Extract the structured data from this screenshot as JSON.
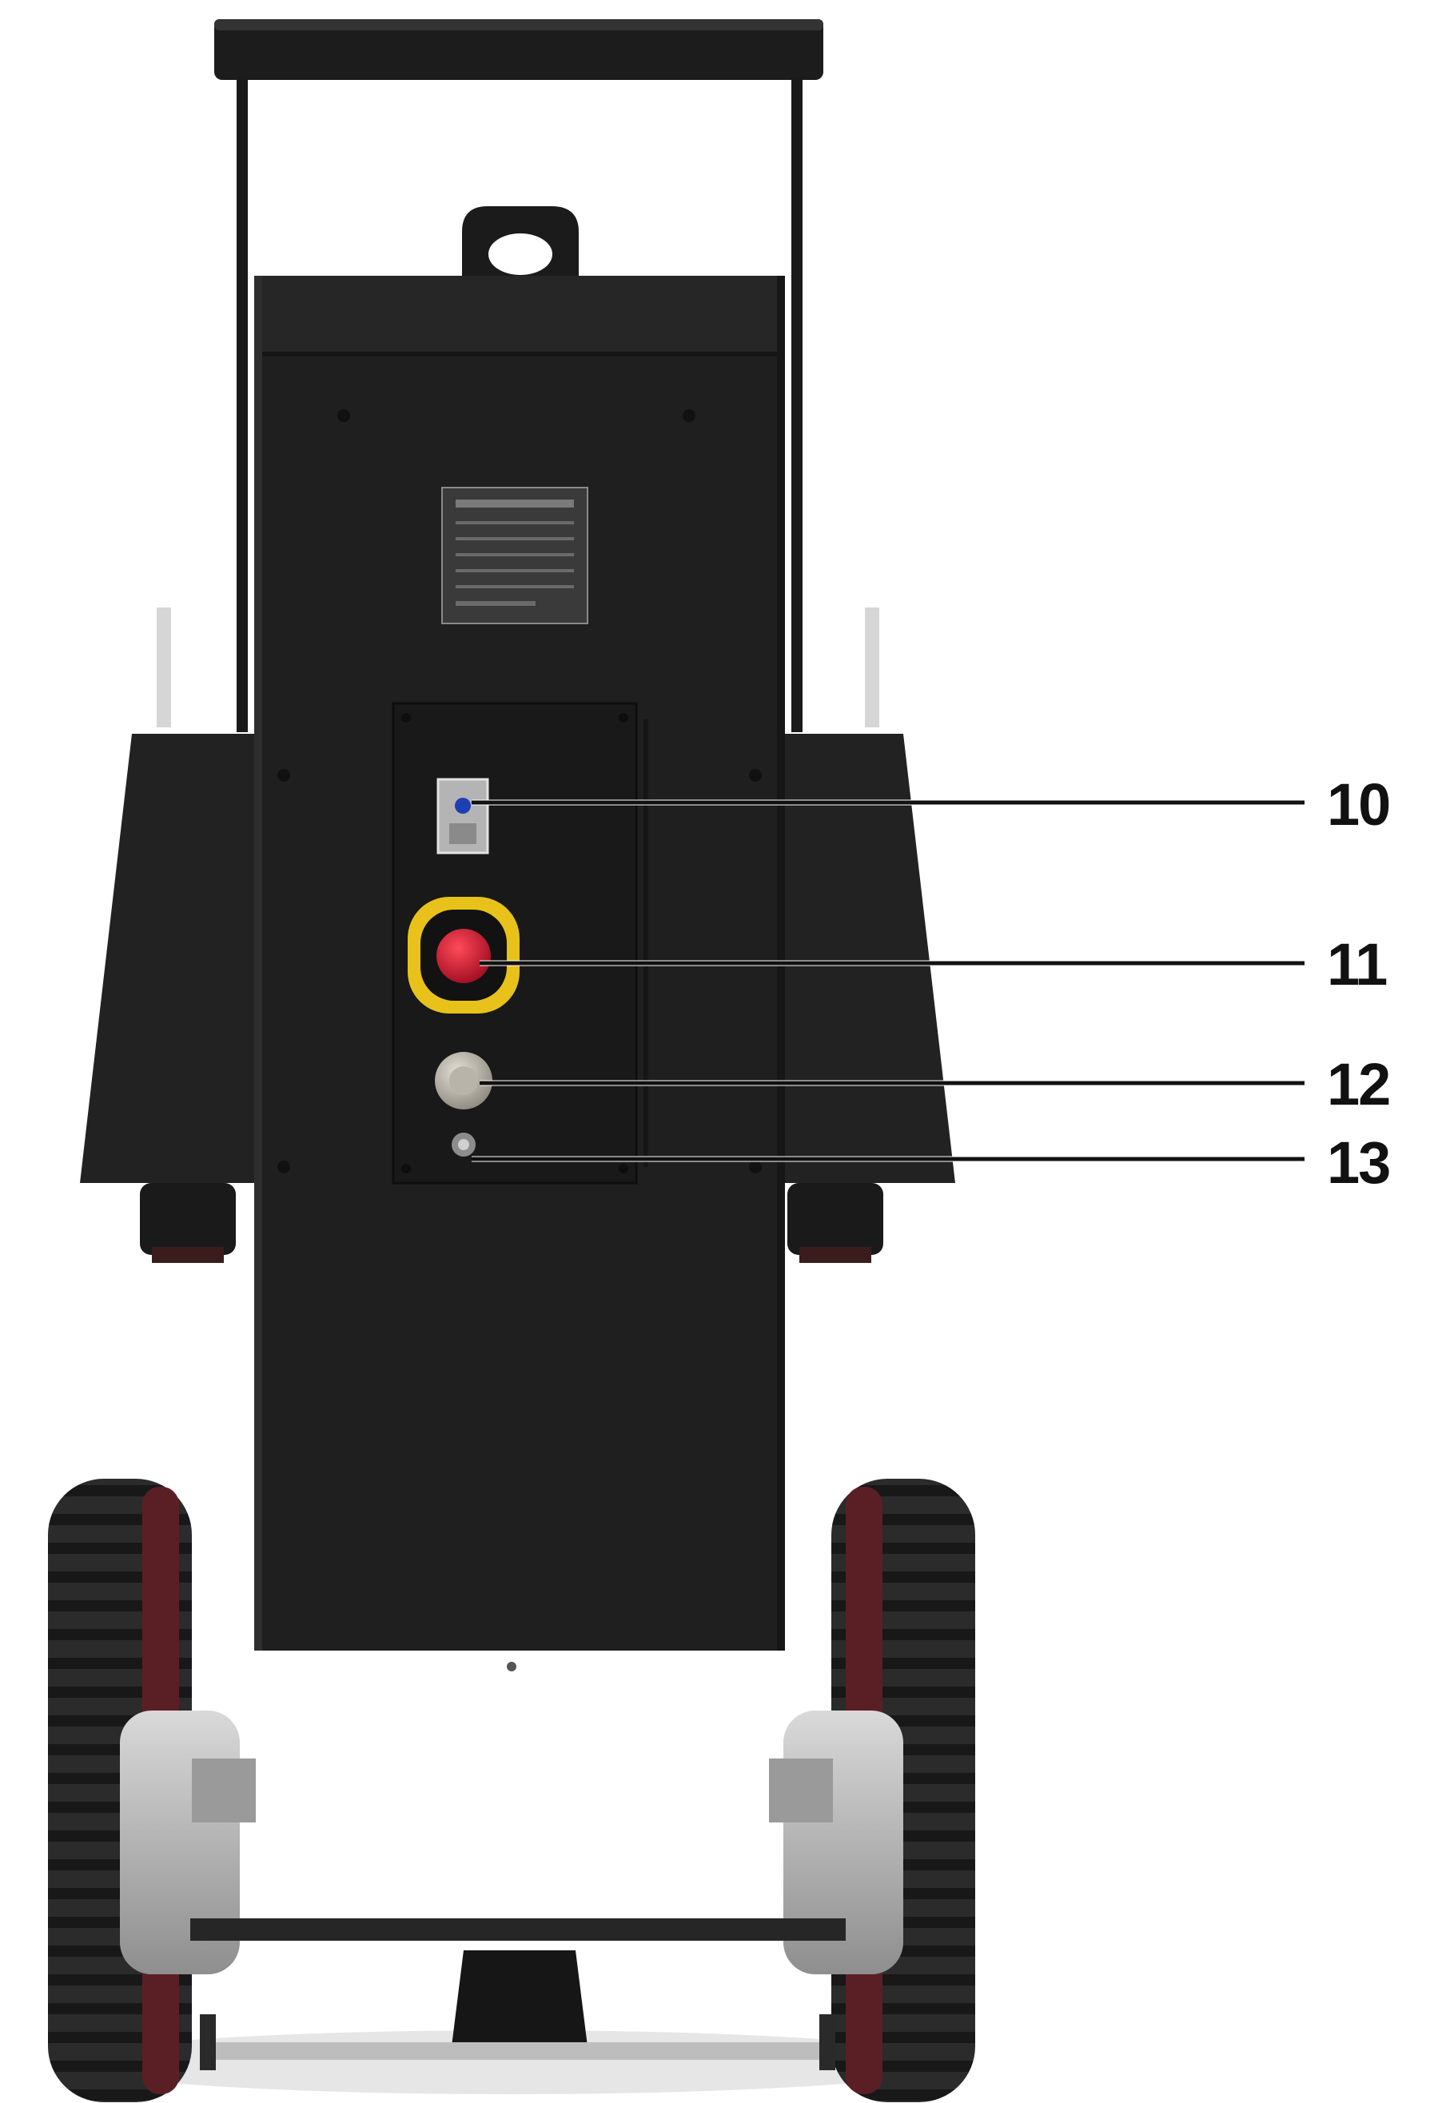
{
  "colors": {
    "body": "#1e1e1e",
    "body_dark": "#121212",
    "body_light": "#2c2c2c",
    "stop_button": "#c8102e",
    "stop_ring": "#e8c21a",
    "metal": "#b9b9b9",
    "tire": "#141414",
    "leader_line": "#111111"
  },
  "callouts": [
    {
      "id": "10",
      "label": "10"
    },
    {
      "id": "11",
      "label": "11"
    },
    {
      "id": "12",
      "label": "12"
    },
    {
      "id": "13",
      "label": "13"
    }
  ]
}
